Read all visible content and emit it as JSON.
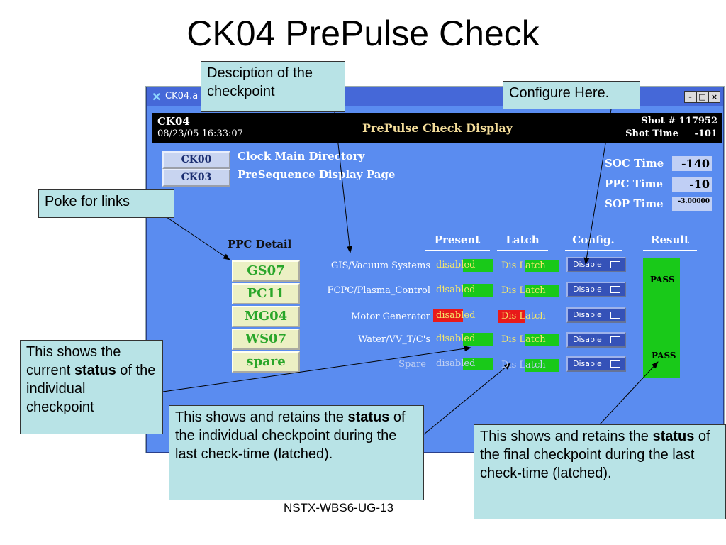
{
  "slide": {
    "title": "CK04 PrePulse Check",
    "footer": "NSTX-WBS6-UG-13"
  },
  "window": {
    "title": "CK04.a",
    "controls": {
      "minimize": "-",
      "maximize": "□",
      "close": "×"
    }
  },
  "header": {
    "checkpoint": "CK04",
    "datetime": "08/23/05 16:33:07",
    "display_title": "PrePulse Check Display",
    "shot": "Shot # 117952",
    "shot_time": "Shot Time     -101"
  },
  "nav": [
    {
      "button": "CK00",
      "label": "Clock Main Directory"
    },
    {
      "button": "CK03",
      "label": "PreSequence Display Page"
    }
  ],
  "times": [
    {
      "label": "SOC Time",
      "value": "-140"
    },
    {
      "label": "PPC Time",
      "value": "-10"
    },
    {
      "label": "SOP Time",
      "value": "-3.00000"
    }
  ],
  "columns": {
    "present": "Present",
    "latch": "Latch",
    "config": "Config.",
    "result": "Result"
  },
  "ppc_detail": {
    "label": "PPC Detail",
    "buttons": [
      "GS07",
      "PC11",
      "MG04",
      "WS07",
      "spare"
    ]
  },
  "rows": [
    {
      "name": "GIS/Vacuum Systems",
      "present": "disabled",
      "latch": "Dis Latch",
      "config": "Disable",
      "state": "ok"
    },
    {
      "name": "FCPC/Plasma_Control",
      "present": "disabled",
      "latch": "Dis Latch",
      "config": "Disable",
      "state": "ok"
    },
    {
      "name": "Motor Generator",
      "present": "disabled",
      "latch": "Dis Latch",
      "config": "Disable",
      "state": "fault"
    },
    {
      "name": "Water/VV_T/C's",
      "present": "disabled",
      "latch": "Dis Latch",
      "config": "Disable",
      "state": "ok"
    },
    {
      "name": "Spare",
      "present": "disabled",
      "latch": "Dis Latch",
      "config": "Disable",
      "state": "ok"
    }
  ],
  "result": {
    "top": "PASS",
    "bottom": "PASS"
  },
  "colors": {
    "ok": "#19c919",
    "fault": "#e81a1a",
    "window_bg": "#5a8cf0",
    "callout_bg": "#b8e3e6"
  },
  "callouts": {
    "description": "Desciption of the checkpoint",
    "configure": "Configure Here.",
    "poke": "Poke for links",
    "current_status": {
      "pre": "This shows the current ",
      "bold": "status",
      "post": " of the individual checkpoint"
    },
    "latched_status": {
      "pre": "This shows and retains the ",
      "bold": "status",
      "post": " of the individual checkpoint during the last check-time (latched)."
    },
    "final_status": {
      "pre": "This shows and retains the ",
      "bold": "status",
      "post": " of the final checkpoint during the last check-time (latched)."
    }
  }
}
